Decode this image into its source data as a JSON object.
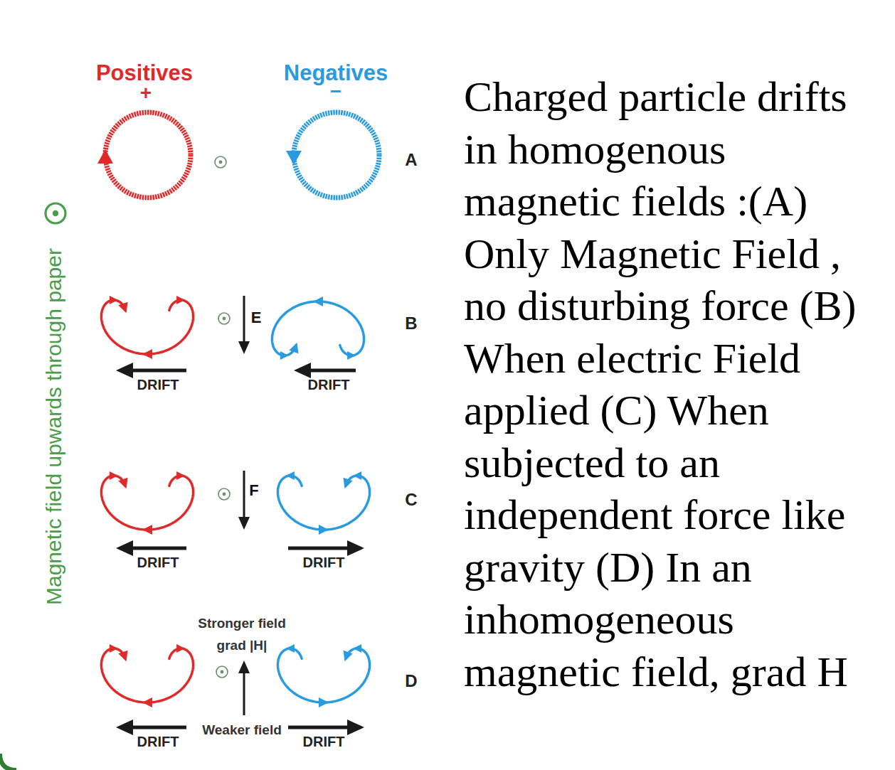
{
  "diagram": {
    "caption": "Charged particle drifts in homogenous magnetic fields :(A) Only Magnetic Field , no disturbing force (B) When electric Field applied (C) When subjected to an independent force like gravity (D) In an inhomogeneous magnetic field, grad H",
    "labels": [
      "Positives",
      "+",
      "Negatives",
      "−",
      "A",
      "Magnetic field upwards through paper",
      "E",
      "B",
      "DRIFT",
      "DRIFT",
      "F",
      "C",
      "DRIFT",
      "DRIFT",
      "Stronger field",
      "grad |H|",
      "D",
      "DRIFT",
      "Weaker field",
      "DRIFT"
    ]
  }
}
